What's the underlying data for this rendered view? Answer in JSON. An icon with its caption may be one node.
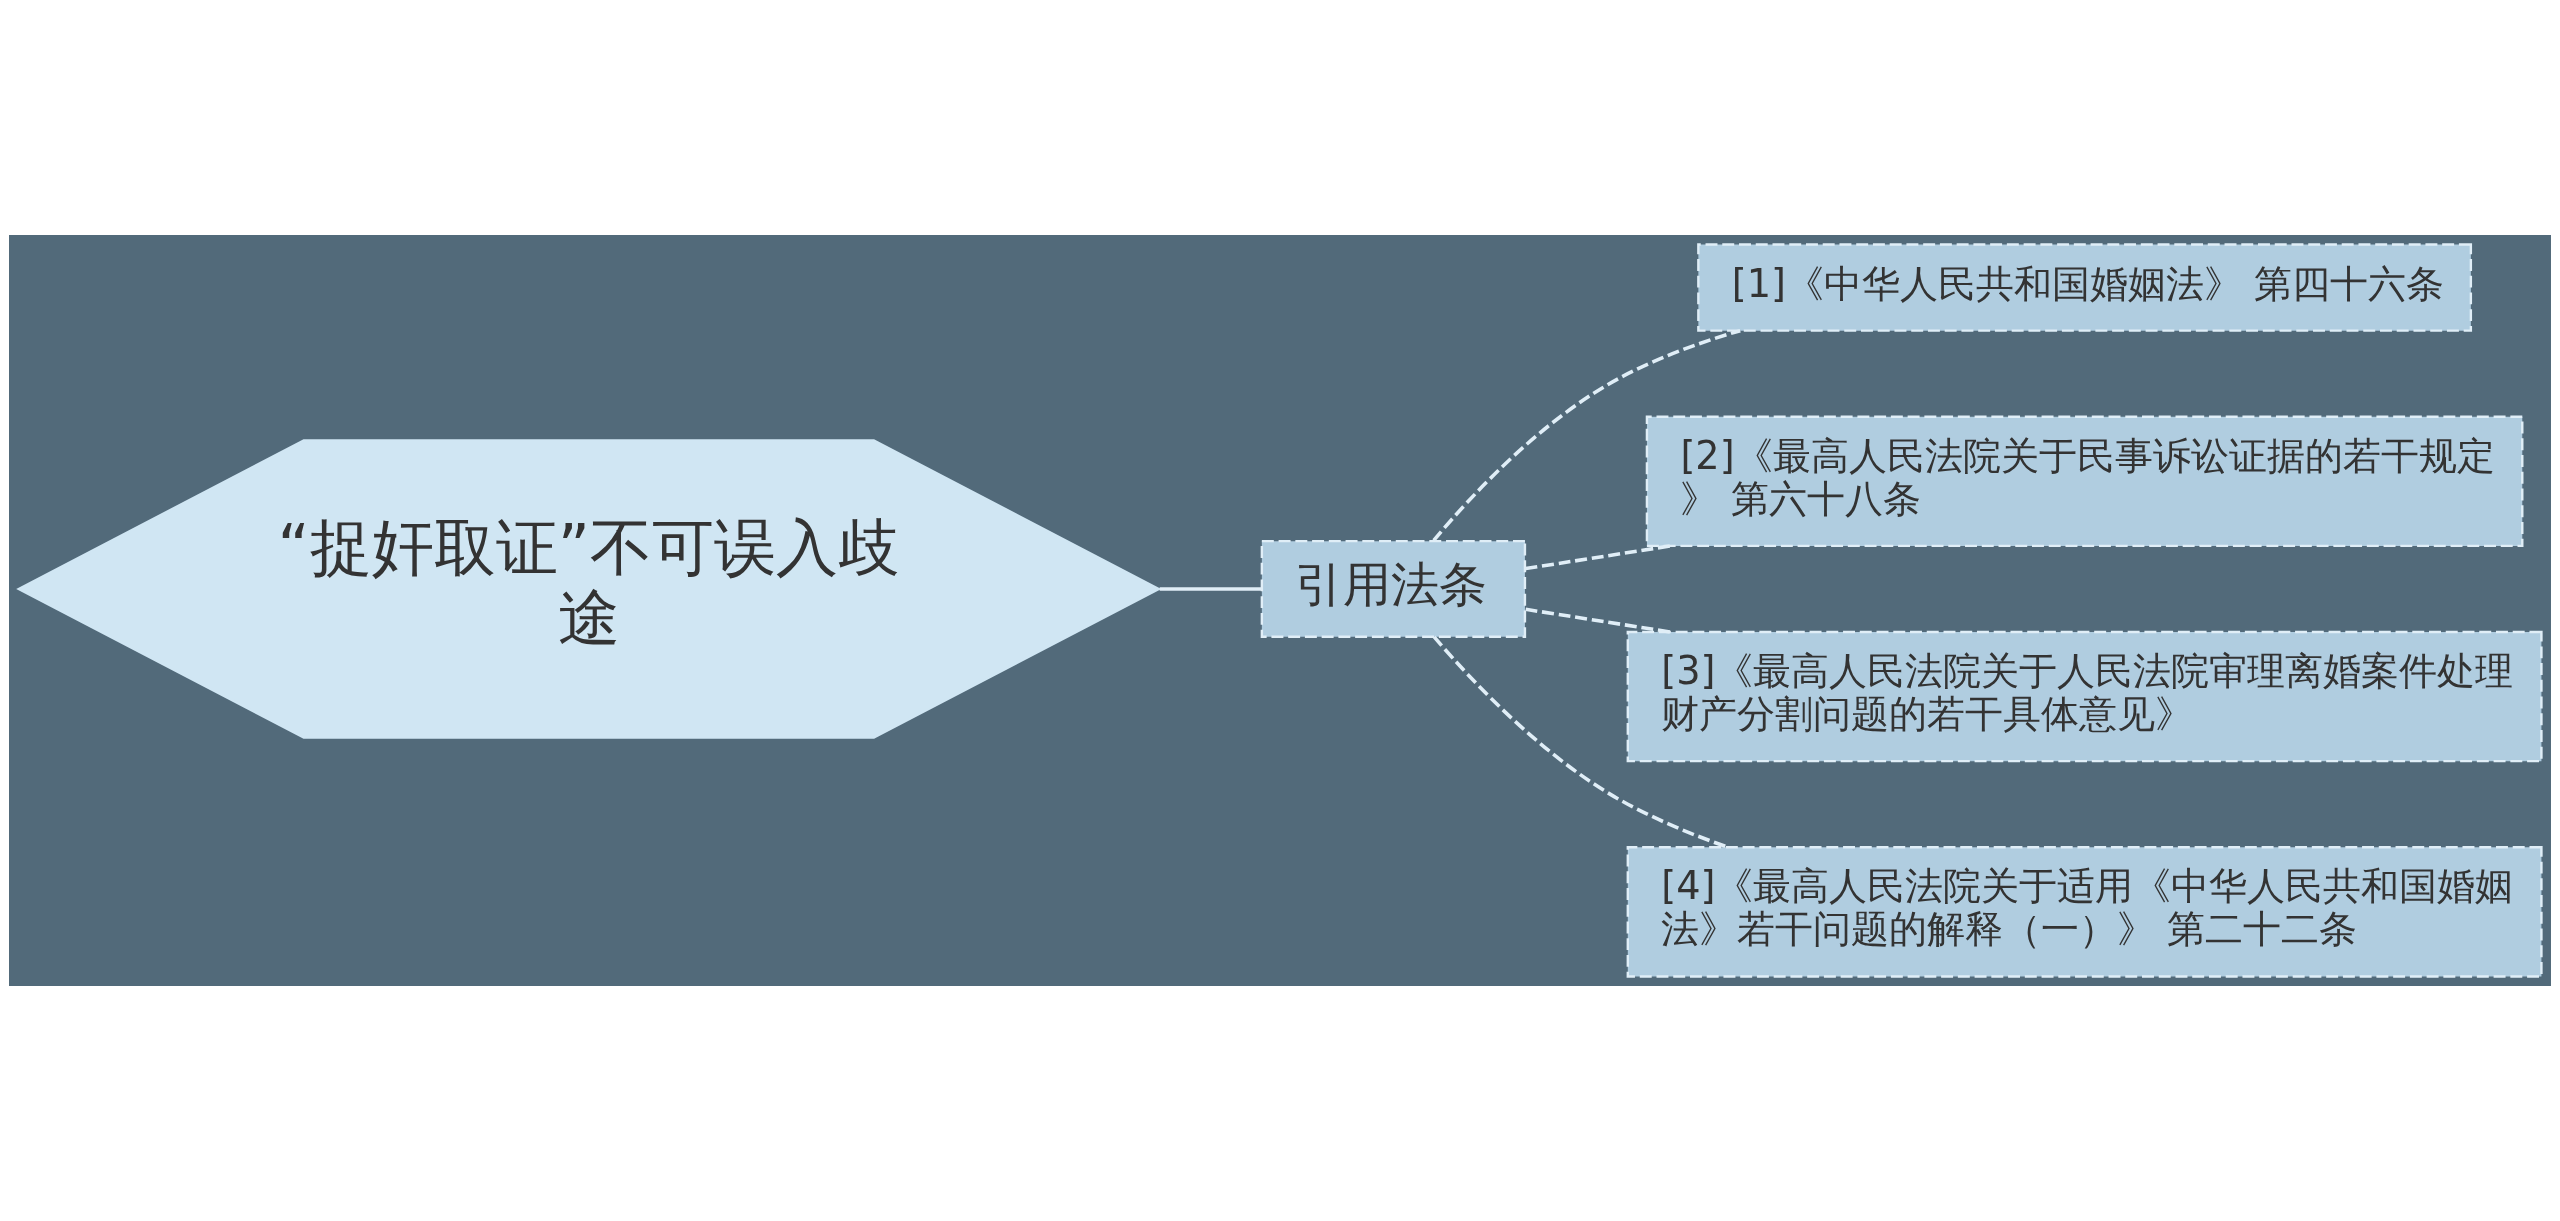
{
  "diagram": {
    "nodes": [
      {
        "text": [
          "“捉奸取证”不可误入歧途"
        ]
      },
      {
        "text": [
          "引用法条"
        ]
      },
      {
        "text": [
          "[1]《中华人民共和国婚姻法》 第四十六条"
        ]
      },
      {
        "text": [
          "[2]《最高人民法院关于民事诉讼证据的若干规定》 第六十八条"
        ]
      },
      {
        "text": [
          "[3]《最高人民法院关于人民法院审理离婚案件处理财产分割问题的若干具体意见》"
        ]
      },
      {
        "text": [
          "[4]《最高人民法院关于适用《中华人民共和国婚姻法》若干问题的解释（一）》 第二十二条"
        ]
      }
    ],
    "edges": [
      {
        "from": 0,
        "to": 1,
        "arrow": "none"
      },
      {
        "from": 1,
        "to": 2,
        "arrow": "none",
        "style": "dashed"
      },
      {
        "from": 1,
        "to": 3,
        "arrow": "none",
        "style": "dashed"
      },
      {
        "from": 1,
        "to": 4,
        "arrow": "none",
        "style": "dashed"
      },
      {
        "from": 1,
        "to": 5,
        "arrow": "none",
        "style": "dashed"
      }
    ]
  }
}
